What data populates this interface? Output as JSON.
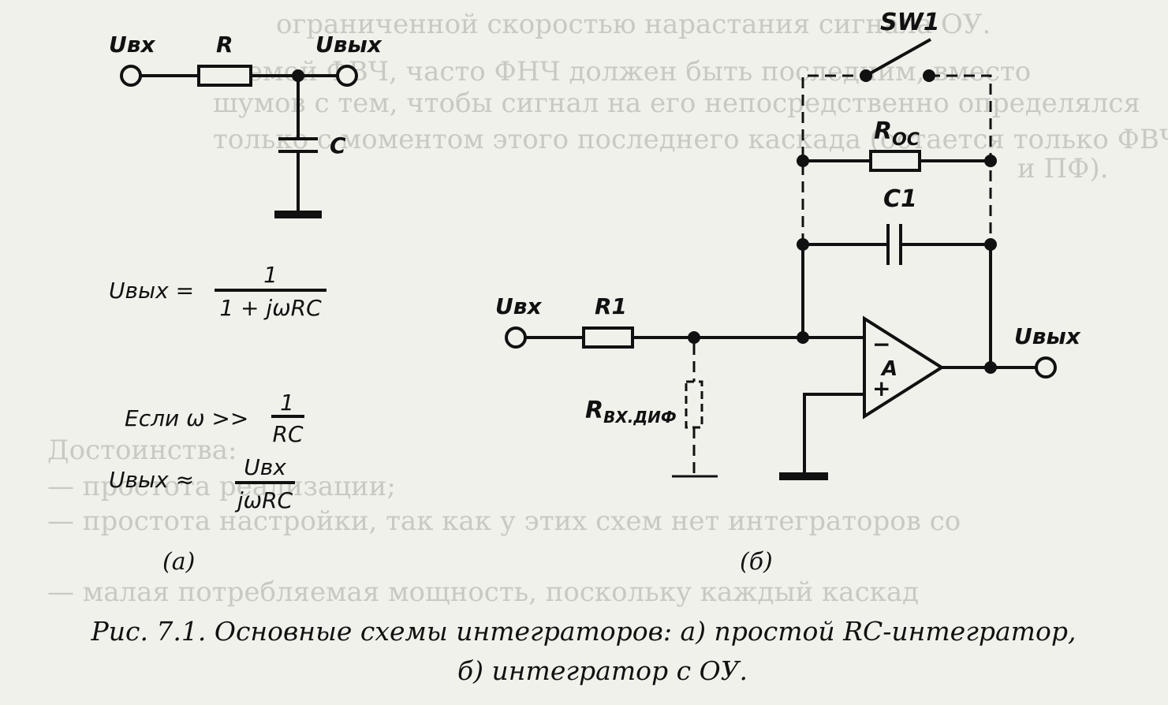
{
  "background_text": [
    "ограниченной скоростью нарастания сигнала ОУ.",
    "ляемой ФВЧ, часто ФНЧ должен быть последним, вместо",
    "шумов с тем, чтобы сигнал на его непосредственно определялся",
    "только с моментом этого последнего каскада (остается только ФВЧ",
    "и ПФ).",
    "Достоинства:",
    "— простота реализации;",
    "— простота настройки, так как у этих схем нет интеграторов со",
    "— малая потребляемая мощность, поскольку каждый каскад"
  ],
  "circuit_a": {
    "label_in": "Uвх",
    "label_r": "R",
    "label_out": "Uвых",
    "label_c": "C",
    "formula1_lhs": "Uвых  =",
    "formula1_num": "1",
    "formula1_den": "1  +  jωRC",
    "condition_prefix": "Если  ω  >>",
    "condition_num": "1",
    "condition_den": "RC",
    "formula2_lhs": "Uвых  ≈",
    "formula2_num": "Uвх",
    "formula2_den": "jωRC",
    "tag": "(а)"
  },
  "circuit_b": {
    "label_sw": "SW1",
    "label_roc_main": "R",
    "label_roc_sub": "OC",
    "label_c1": "C1",
    "label_in": "Uвх",
    "label_r1": "R1",
    "label_rin_main": "R",
    "label_rin_sub": "ВХ.ДИФ",
    "label_out": "Uвых",
    "label_amp": "A",
    "label_minus": "−",
    "label_plus": "+",
    "tag": "(б)"
  },
  "caption": {
    "line1": "Рис.  7.1.  Основные  схемы  интеграторов:  а)  простой  RC-интегратор,",
    "line2": "б)  интегратор  с  ОУ."
  }
}
